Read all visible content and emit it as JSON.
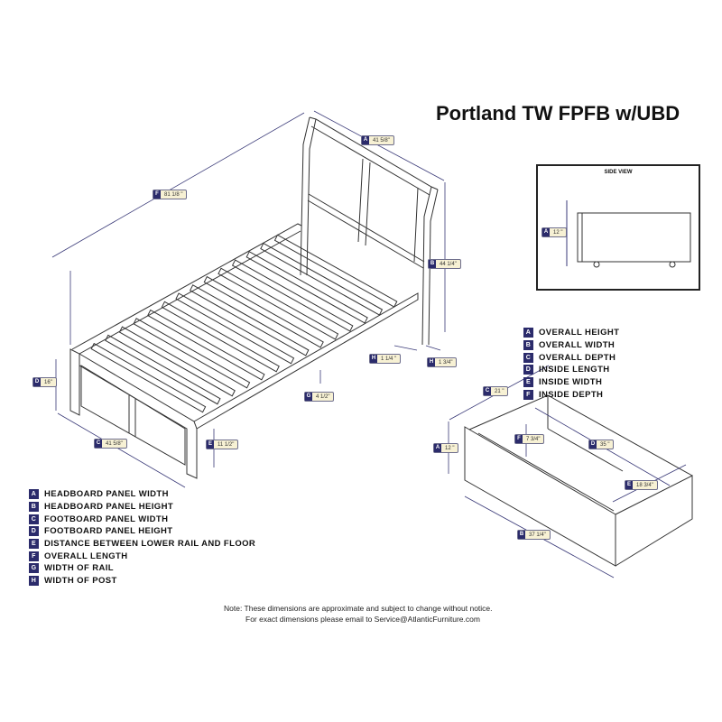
{
  "title": "Portland TW FPFB w/UBD",
  "side_view": {
    "label": "SIDE VIEW",
    "dim": {
      "letter": "A",
      "value": "12 \""
    }
  },
  "bed_dims": [
    {
      "letter": "A",
      "value": "41 5/8\""
    },
    {
      "letter": "F",
      "value": "81 1/8 \""
    },
    {
      "letter": "B",
      "value": "44 1/4\""
    },
    {
      "letter": "H",
      "value": "1 1/4 \""
    },
    {
      "letter": "H",
      "value": "1 3/4\""
    },
    {
      "letter": "D",
      "value": "16\""
    },
    {
      "letter": "G",
      "value": "4 1/2\""
    },
    {
      "letter": "C",
      "value": "41 5/8\""
    },
    {
      "letter": "E",
      "value": "11 1/2\""
    }
  ],
  "drawer_dims": [
    {
      "letter": "C",
      "value": "21 \""
    },
    {
      "letter": "F",
      "value": "7 3/4\""
    },
    {
      "letter": "D",
      "value": "35 \""
    },
    {
      "letter": "A",
      "value": "12 \""
    },
    {
      "letter": "E",
      "value": "18 3/4\""
    },
    {
      "letter": "B",
      "value": "37 1/4\""
    }
  ],
  "drawer_legend": [
    {
      "letter": "A",
      "label": "OVERALL HEIGHT"
    },
    {
      "letter": "B",
      "label": "OVERALL WIDTH"
    },
    {
      "letter": "C",
      "label": "OVERALL DEPTH"
    },
    {
      "letter": "D",
      "label": "INSIDE LENGTH"
    },
    {
      "letter": "E",
      "label": "INSIDE WIDTH"
    },
    {
      "letter": "F",
      "label": "INSIDE DEPTH"
    }
  ],
  "bed_legend": [
    {
      "letter": "A",
      "label": "HEADBOARD PANEL WIDTH"
    },
    {
      "letter": "B",
      "label": "HEADBOARD PANEL HEIGHT"
    },
    {
      "letter": "C",
      "label": "FOOTBOARD PANEL WIDTH"
    },
    {
      "letter": "D",
      "label": "FOOTBOARD PANEL HEIGHT"
    },
    {
      "letter": "E",
      "label": "DISTANCE BETWEEN LOWER RAIL AND FLOOR"
    },
    {
      "letter": "F",
      "label": "OVERALL LENGTH"
    },
    {
      "letter": "G",
      "label": "WIDTH OF RAIL"
    },
    {
      "letter": "H",
      "label": "WIDTH OF POST"
    }
  ],
  "note": {
    "line1": "Note:  These dimensions are approximate and subject to change without notice.",
    "line2": "For exact dimensions please email to Service@AtlanticFurniture.com"
  }
}
